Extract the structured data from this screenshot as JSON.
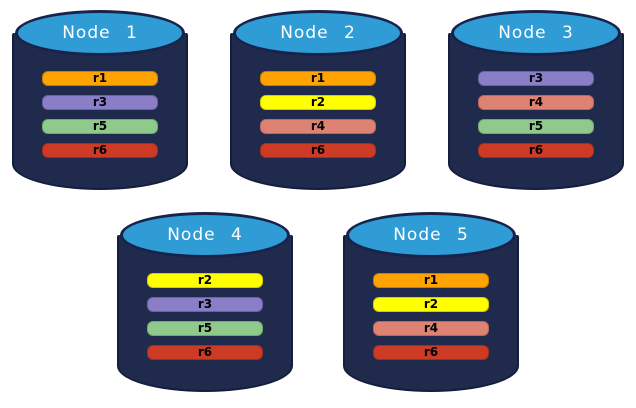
{
  "diagram": {
    "description_colors": {
      "background": "#FFFFFF",
      "cylinder_body": "#1F2A4C",
      "cylinder_body_border": "#131E3C",
      "cylinder_top": "#2F9CD5",
      "cylinder_top_border": "#17234A",
      "bar_text": "#000000",
      "title_text": "#FFFFFF"
    },
    "replica_palette": {
      "r1": {
        "fill": "#FFA303",
        "border": "#C87E02"
      },
      "r2": {
        "fill": "#FFFF00",
        "border": "#D6CC00"
      },
      "r3": {
        "fill": "#8B7EC8",
        "border": "#6C60A8"
      },
      "r4": {
        "fill": "#DE8373",
        "border": "#BB675C"
      },
      "r5": {
        "fill": "#8FC98B",
        "border": "#6FA96C"
      },
      "r6": {
        "fill": "#CE3B25",
        "border": "#A32E1C"
      }
    }
  },
  "nodes": [
    {
      "title": "Node 1",
      "replicas": [
        {
          "label": "r1",
          "fill": "#FFA303",
          "border": "#C87E02"
        },
        {
          "label": "r3",
          "fill": "#8B7EC8",
          "border": "#6C60A8"
        },
        {
          "label": "r5",
          "fill": "#8FC98B",
          "border": "#6FA96C"
        },
        {
          "label": "r6",
          "fill": "#CE3B25",
          "border": "#A32E1C"
        }
      ]
    },
    {
      "title": "Node 2",
      "replicas": [
        {
          "label": "r1",
          "fill": "#FFA303",
          "border": "#C87E02"
        },
        {
          "label": "r2",
          "fill": "#FFFF00",
          "border": "#D6CC00"
        },
        {
          "label": "r4",
          "fill": "#DE8373",
          "border": "#BB675C"
        },
        {
          "label": "r6",
          "fill": "#CE3B25",
          "border": "#A32E1C"
        }
      ]
    },
    {
      "title": "Node 3",
      "replicas": [
        {
          "label": "r3",
          "fill": "#8B7EC8",
          "border": "#6C60A8"
        },
        {
          "label": "r4",
          "fill": "#DE8373",
          "border": "#BB675C"
        },
        {
          "label": "r5",
          "fill": "#8FC98B",
          "border": "#6FA96C"
        },
        {
          "label": "r6",
          "fill": "#CE3B25",
          "border": "#A32E1C"
        }
      ]
    },
    {
      "title": "Node 4",
      "replicas": [
        {
          "label": "r2",
          "fill": "#FFFF00",
          "border": "#D6CC00"
        },
        {
          "label": "r3",
          "fill": "#8B7EC8",
          "border": "#6C60A8"
        },
        {
          "label": "r5",
          "fill": "#8FC98B",
          "border": "#6FA96C"
        },
        {
          "label": "r6",
          "fill": "#CE3B25",
          "border": "#A32E1C"
        }
      ]
    },
    {
      "title": "Node 5",
      "replicas": [
        {
          "label": "r1",
          "fill": "#FFA303",
          "border": "#C87E02"
        },
        {
          "label": "r2",
          "fill": "#FFFF00",
          "border": "#D6CC00"
        },
        {
          "label": "r4",
          "fill": "#DE8373",
          "border": "#BB675C"
        },
        {
          "label": "r6",
          "fill": "#CE3B25",
          "border": "#A32E1C"
        }
      ]
    }
  ]
}
